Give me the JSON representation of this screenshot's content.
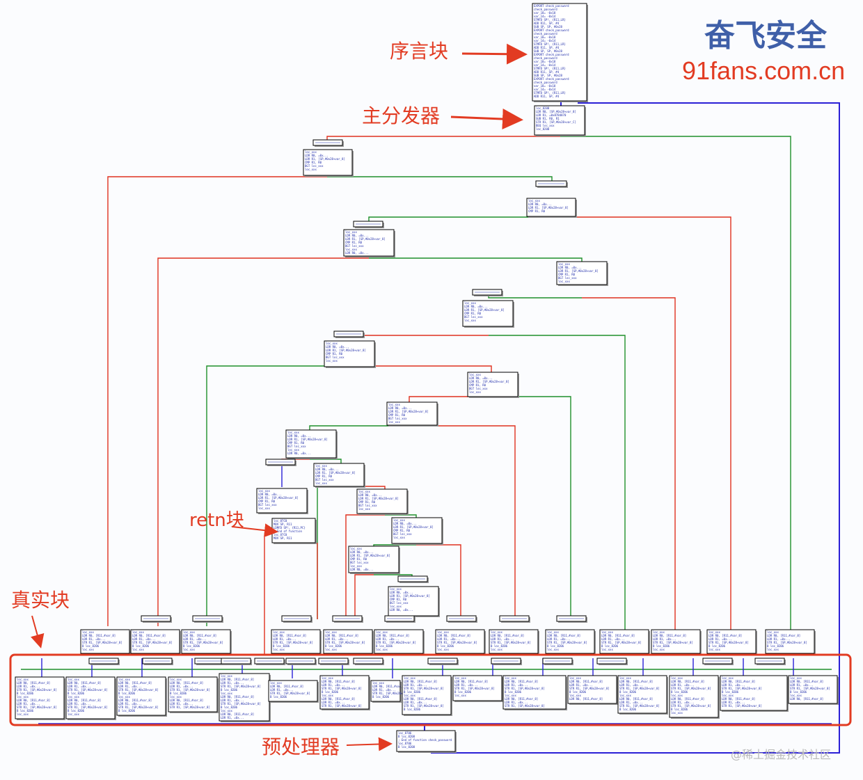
{
  "annotations": {
    "prologue": "序言块",
    "main_dispatcher": "主分发器",
    "retn_block": "retn块",
    "real_blocks": "真实块",
    "predispatcher": "预处理器"
  },
  "branding": {
    "name": "奋飞安全",
    "url": "91fans.com.cn"
  },
  "watermark": "@稀土掘金技术社区",
  "colors": {
    "annotation": "#e23b22",
    "brand": "#3f5fa8",
    "edge_true": "#1e8f2a",
    "edge_false": "#e0301e",
    "edge_loop": "#2a1fd6",
    "highlight_box": "#e23b22"
  },
  "blocks": {
    "prologue": [
      "EXPORT check_password",
      "check_password",
      "var_18= -0x18",
      "var_14= -0x14",
      "STMFD SP!, {R11,LR}",
      "ADD R11, SP, #4",
      "SUB SP, SP, #0x28"
    ],
    "dispatcher": [
      "loc_8208",
      "LDR R0, [SP,#0x28+var_8]",
      "LDR R1, =0x8784870",
      "SUB R1, R0, R1",
      "STR R1, [SP,#0x28+var_C]",
      "BEQ loc_xxx"
    ],
    "cmp": [
      "loc_xxx",
      "LDR R0, =0x...",
      "LDR R1, [SP,#0x28+var_8]",
      "CMP R1, R0",
      "BGT loc_xxx"
    ],
    "retn": [
      "loc_87C0",
      "MOV SP, R11",
      "LDMFD SP!, {R11,PC}",
      "; End of function"
    ],
    "real": [
      "loc_xxx",
      "LDR R0, [R11,#var_8]",
      "LDR R1, =0x...",
      "STR R1, [SP,#0x28+var_8]",
      "B loc_8206"
    ],
    "predispatcher": [
      "loc_8706",
      "B loc_8208",
      "; End of function check_password"
    ]
  }
}
